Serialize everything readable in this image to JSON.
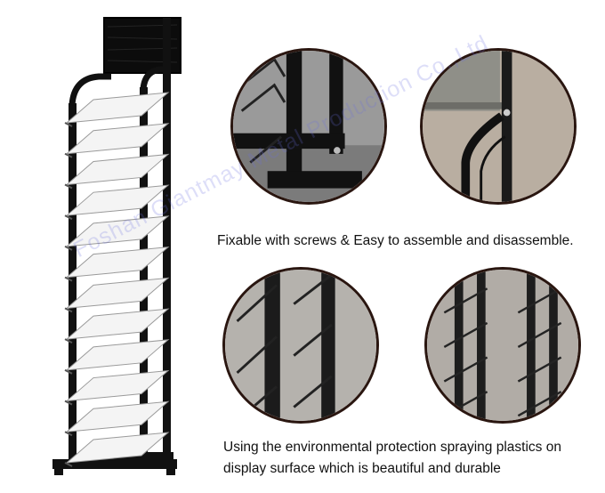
{
  "captions": {
    "assembly": "Fixable with screws & Easy to assemble and disassemble.",
    "coating_line1": "Using the environmental protection spraying plastics on",
    "coating_line2": "display surface which is beautiful and durable"
  },
  "watermark": "Foshan Giantmay Metal Production Co.,Ltd",
  "product": {
    "shelf_count": 12,
    "frame_color": "#111111",
    "panel_color": "#f4f4f4",
    "circle_border_color": "#2a1610"
  }
}
